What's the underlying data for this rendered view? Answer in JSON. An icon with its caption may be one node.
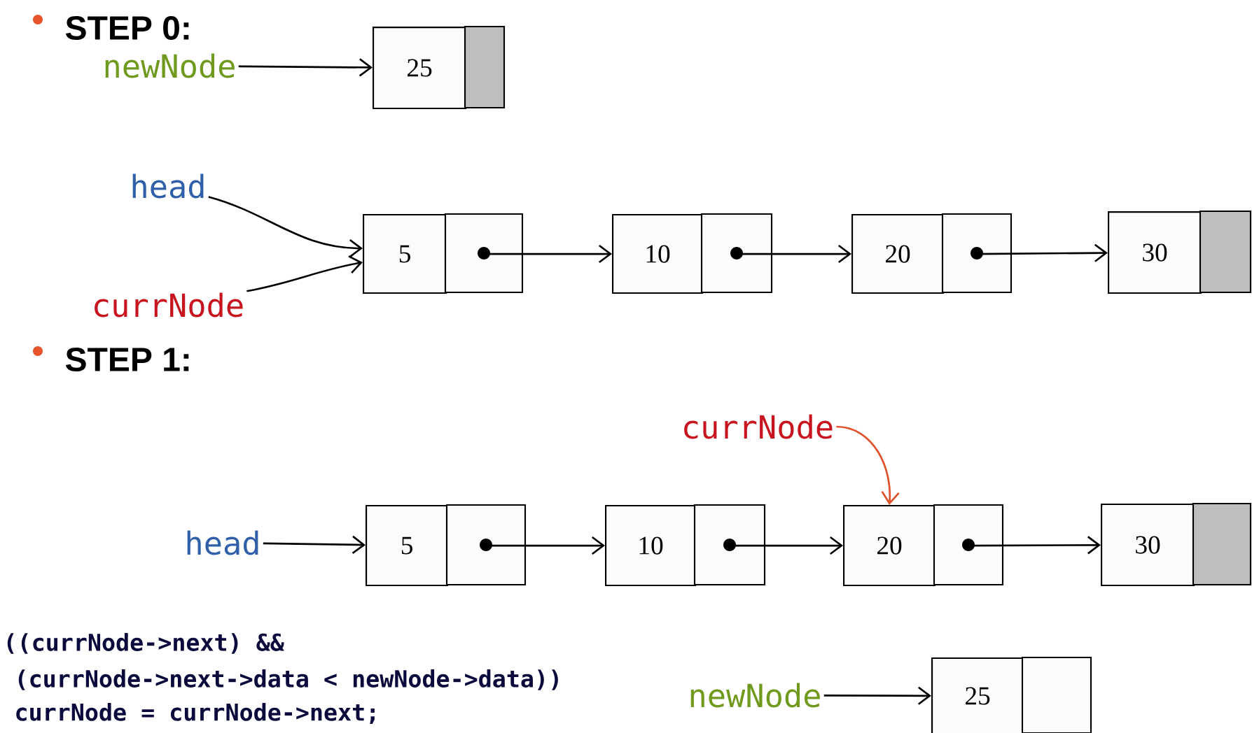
{
  "diagram": {
    "nodes": [
      {
        "text": [
          "newNode"
        ]
      },
      {
        "text": [
          "25"
        ]
      },
      {
        "text": [
          "head"
        ]
      },
      {
        "text": [
          "currNode"
        ]
      },
      {
        "text": [
          "5"
        ]
      },
      {
        "text": [
          "10"
        ]
      },
      {
        "text": [
          "20"
        ]
      },
      {
        "text": [
          "30"
        ]
      },
      {
        "text": [
          "head"
        ]
      },
      {
        "text": [
          "5"
        ]
      },
      {
        "text": [
          "10"
        ]
      },
      {
        "text": [
          "20"
        ]
      },
      {
        "text": [
          "30"
        ]
      },
      {
        "text": [
          "currNode"
        ]
      },
      {
        "text": [
          "newNode"
        ]
      },
      {
        "text": [
          "25"
        ]
      }
    ],
    "edges": [
      {
        "from": 0,
        "to": 1,
        "arrow": "to"
      },
      {
        "from": 2,
        "to": 4,
        "arrow": "to"
      },
      {
        "from": 3,
        "to": 4,
        "arrow": "to"
      },
      {
        "from": 4,
        "to": 5,
        "arrow": "to"
      },
      {
        "from": 5,
        "to": 6,
        "arrow": "to"
      },
      {
        "from": 6,
        "to": 7,
        "arrow": "to"
      },
      {
        "from": 8,
        "to": 9,
        "arrow": "to"
      },
      {
        "from": 9,
        "to": 10,
        "arrow": "to"
      },
      {
        "from": 10,
        "to": 11,
        "arrow": "to"
      },
      {
        "from": 11,
        "to": 12,
        "arrow": "to"
      },
      {
        "from": 13,
        "to": 11,
        "arrow": "to",
        "color": "#e0502a"
      },
      {
        "from": 14,
        "to": 15,
        "arrow": "to"
      }
    ],
    "labels": [
      "STEP 0:",
      "STEP 1:",
      "((currNode->next) &&",
      "(currNode->next->data < newNode->data))",
      "currNode = currNode->next;"
    ]
  }
}
